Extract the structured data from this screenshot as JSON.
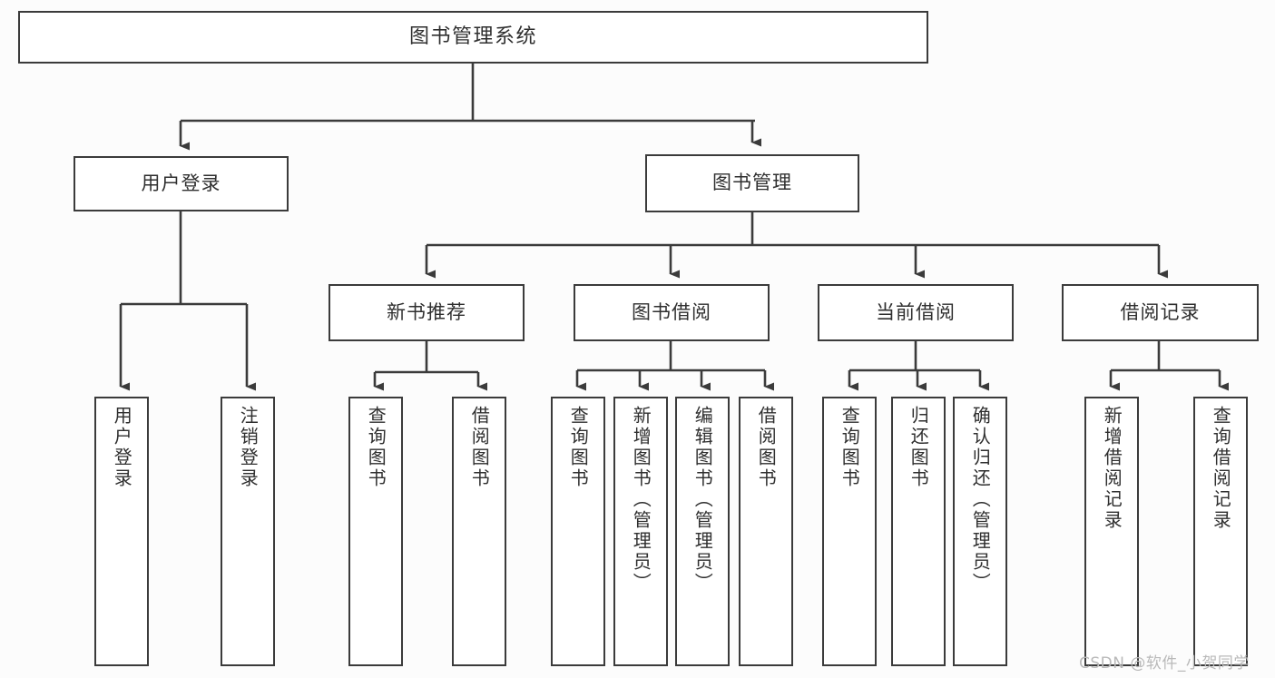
{
  "diagram": {
    "title": "图书管理系统",
    "type": "tree-hierarchy",
    "background_color": "#fcfcfc",
    "box_fill": "#ffffff",
    "box_stroke": "#3b3b3b",
    "connector_color": "#3b3b3b"
  },
  "root": {
    "label": "图书管理系统"
  },
  "level2": [
    {
      "label": "用户登录"
    },
    {
      "label": "图书管理"
    }
  ],
  "level3": [
    {
      "label": "新书推荐"
    },
    {
      "label": "图书借阅"
    },
    {
      "label": "当前借阅"
    },
    {
      "label": "借阅记录"
    }
  ],
  "leaves": {
    "user_login": [
      {
        "label": "用户登录"
      },
      {
        "label": "注销登录"
      }
    ],
    "new_book_recommend": [
      {
        "label": "查询图书"
      },
      {
        "label": "借阅图书"
      }
    ],
    "book_borrow": [
      {
        "label": "查询图书"
      },
      {
        "label": "新增图书（管理员）"
      },
      {
        "label": "编辑图书（管理员）"
      },
      {
        "label": "借阅图书"
      }
    ],
    "current_borrow": [
      {
        "label": "查询图书"
      },
      {
        "label": "归还图书"
      },
      {
        "label": "确认归还（管理员）"
      }
    ],
    "borrow_record": [
      {
        "label": "新增借阅记录"
      },
      {
        "label": "查询借阅记录"
      }
    ]
  },
  "watermark": {
    "text": "CSDN @软件_小贺同学",
    "color": "#b9b9b9"
  }
}
